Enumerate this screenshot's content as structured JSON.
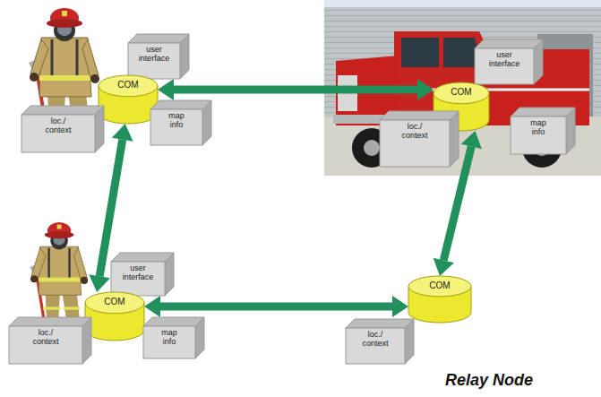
{
  "diagram": {
    "nodes": [
      {
        "text": [
          "user interface"
        ]
      },
      {
        "text": [
          "COM"
        ]
      },
      {
        "text": [
          "loc./ context"
        ]
      },
      {
        "text": [
          "map info"
        ]
      },
      {
        "text": [
          "user interface"
        ]
      },
      {
        "text": [
          "COM"
        ]
      },
      {
        "text": [
          "loc./ context"
        ]
      },
      {
        "text": [
          "map info"
        ]
      },
      {
        "text": [
          "user interface"
        ]
      },
      {
        "text": [
          "COM"
        ]
      },
      {
        "text": [
          "loc./ context"
        ]
      },
      {
        "text": [
          "map info"
        ]
      },
      {
        "text": [
          "COM"
        ]
      },
      {
        "text": [
          "loc./ context"
        ]
      }
    ],
    "edges": [
      {
        "from": 1,
        "to": 5,
        "arrow": "both"
      },
      {
        "from": 1,
        "to": 9,
        "arrow": "both"
      },
      {
        "from": 9,
        "to": 12,
        "arrow": "both"
      },
      {
        "from": 12,
        "to": 5,
        "arrow": "both"
      }
    ],
    "labels": [
      "Relay Node"
    ]
  }
}
